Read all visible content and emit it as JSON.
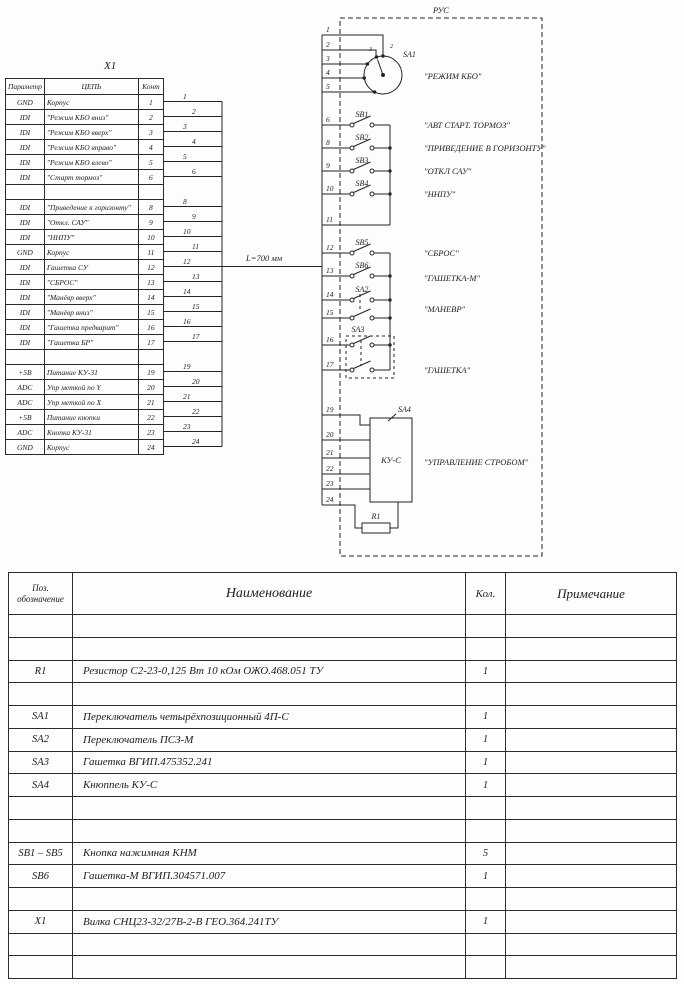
{
  "schematic": {
    "box_title": "РУС",
    "connector_label": "X1",
    "wire_length_label": "L=700 мм",
    "connector_table": {
      "headers": [
        "Параметр",
        "ЦЕПЬ",
        "Конт"
      ],
      "rows": [
        {
          "param": "GND",
          "circuit": "Корпус",
          "pin": "1"
        },
        {
          "param": "IDI",
          "circuit": "\"Режим КБО вниз\"",
          "pin": "2"
        },
        {
          "param": "IDI",
          "circuit": "\"Режим КБО вверх\"",
          "pin": "3"
        },
        {
          "param": "IDI",
          "circuit": "\"Режим КБО вправо\"",
          "pin": "4"
        },
        {
          "param": "IDI",
          "circuit": "\"Режим КБО влево\"",
          "pin": "5"
        },
        {
          "param": "IDI",
          "circuit": "\"Старт тормоз\"",
          "pin": "6"
        },
        {
          "param": "",
          "circuit": "",
          "pin": ""
        },
        {
          "param": "IDI",
          "circuit": "\"Приведение к горизонту\"",
          "pin": "8"
        },
        {
          "param": "IDI",
          "circuit": "\"Откл. САУ\"",
          "pin": "9"
        },
        {
          "param": "IDI",
          "circuit": "\"ННПУ\"",
          "pin": "10"
        },
        {
          "param": "GND",
          "circuit": "Корпус",
          "pin": "11"
        },
        {
          "param": "IDI",
          "circuit": "Гашетка СУ",
          "pin": "12"
        },
        {
          "param": "IDI",
          "circuit": "\"СБРОС\"",
          "pin": "13"
        },
        {
          "param": "IDI",
          "circuit": "\"Манёвр вверх\"",
          "pin": "14"
        },
        {
          "param": "IDI",
          "circuit": "\"Манёвр вниз\"",
          "pin": "15"
        },
        {
          "param": "IDI",
          "circuit": "\"Гашетка предварит\"",
          "pin": "16"
        },
        {
          "param": "IDI",
          "circuit": "\"Гашетка БР\"",
          "pin": "17"
        },
        {
          "param": "",
          "circuit": "",
          "pin": ""
        },
        {
          "param": "+5В",
          "circuit": "Питание КУ-31",
          "pin": "19"
        },
        {
          "param": "ADC",
          "circuit": "Упр меткой по Y",
          "pin": "20"
        },
        {
          "param": "ADC",
          "circuit": "Упр меткой по X",
          "pin": "21"
        },
        {
          "param": "+5В",
          "circuit": "Питание кнопки",
          "pin": "22"
        },
        {
          "param": "ADC",
          "circuit": "Кнопка КУ-31",
          "pin": "23"
        },
        {
          "param": "GND",
          "circuit": "Корпус",
          "pin": "24"
        }
      ]
    },
    "pins": [
      "1",
      "2",
      "3",
      "4",
      "5",
      "6",
      "8",
      "9",
      "10",
      "11",
      "12",
      "13",
      "14",
      "15",
      "16",
      "17",
      "19",
      "20",
      "21",
      "22",
      "23",
      "24"
    ],
    "components": {
      "sa1": {
        "ref": "SA1",
        "label": "\"РЕЖИМ КБО\"",
        "pos_a": "3",
        "pos_b": "2"
      },
      "sb1": {
        "ref": "SB1",
        "label": "\"АВТ СТАРТ. ТОРМОЗ\""
      },
      "sb2": {
        "ref": "SB2",
        "label": "\"ПРИВЕДЕНИЕ В ГОРИЗОНТУ\""
      },
      "sb3": {
        "ref": "SB3",
        "label": "\"ОТКЛ САУ\""
      },
      "sb4": {
        "ref": "SB4",
        "label": "\"ННПУ\""
      },
      "sb5": {
        "ref": "SB5",
        "label": "\"СБРОС\""
      },
      "sb6": {
        "ref": "SB6",
        "label": "\"ГАШЕТКА-М\""
      },
      "sa2": {
        "ref": "SA2",
        "label": "\"МАНЕВР\""
      },
      "sa3": {
        "ref": "SA3",
        "label": "\"ГАШЕТКА\""
      },
      "sa4": {
        "ref": "SA4",
        "label": "\"УПРАВЛЕНИЕ СТРОБОМ\"",
        "box": "КУ-С"
      },
      "r1": {
        "ref": "R1"
      }
    }
  },
  "parts_table": {
    "headers": {
      "pos": "Поз.",
      "pos2": "обозначение",
      "name": "Наименование",
      "qty": "Кол.",
      "note": "Примечание"
    },
    "rows": [
      {
        "pos": "",
        "name": "",
        "qty": "",
        "note": ""
      },
      {
        "pos": "",
        "name": "",
        "qty": "",
        "note": ""
      },
      {
        "pos": "R1",
        "name": "Резистор С2-23-0,125 Вт 10 кОм ОЖО.468.051 ТУ",
        "qty": "1",
        "note": ""
      },
      {
        "pos": "",
        "name": "",
        "qty": "",
        "note": ""
      },
      {
        "pos": "SA1",
        "name": "Переключатель четырёхпозиционный 4П-С",
        "qty": "1",
        "note": ""
      },
      {
        "pos": "SA2",
        "name": "Переключатель ПСЗ-М",
        "qty": "1",
        "note": ""
      },
      {
        "pos": "SA3",
        "name": "Гашетка ВГИП.475352.241",
        "qty": "1",
        "note": ""
      },
      {
        "pos": "SA4",
        "name": "Кнюппель КУ-С",
        "qty": "1",
        "note": ""
      },
      {
        "pos": "",
        "name": "",
        "qty": "",
        "note": ""
      },
      {
        "pos": "",
        "name": "",
        "qty": "",
        "note": ""
      },
      {
        "pos": "SB1 – SB5",
        "name": "Кнопка нажимная КНМ",
        "qty": "5",
        "note": ""
      },
      {
        "pos": "SB6",
        "name": "Гашетка-М ВГИП.304571.007",
        "qty": "1",
        "note": ""
      },
      {
        "pos": "",
        "name": "",
        "qty": "",
        "note": ""
      },
      {
        "pos": "X1",
        "name": "Вилка СНЦ23-32/27В-2-В  ГЕО.364.241ТУ",
        "qty": "1",
        "note": ""
      },
      {
        "pos": "",
        "name": "",
        "qty": "",
        "note": ""
      },
      {
        "pos": "",
        "name": "",
        "qty": "",
        "note": ""
      }
    ]
  }
}
